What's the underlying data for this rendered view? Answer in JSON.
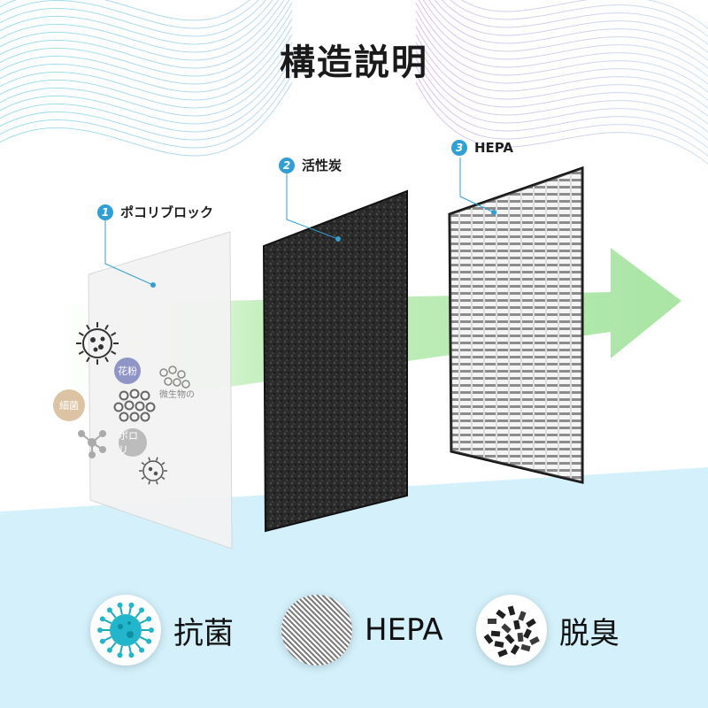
{
  "title": "構造説明",
  "layers": [
    {
      "number": "1",
      "label": "ポコリブロック"
    },
    {
      "number": "2",
      "label": "活性炭"
    },
    {
      "number": "3",
      "label": "HEPA"
    }
  ],
  "particles": {
    "pollen": "花粉",
    "microbe": "微生物の",
    "bacteria": "細菌",
    "dust": "ポロリ"
  },
  "features": [
    {
      "label": "抗菌",
      "icon": "virus-icon"
    },
    {
      "label": "HEPA",
      "icon": "hepa-mesh-icon"
    },
    {
      "label": "脱臭",
      "icon": "charcoal-icon"
    }
  ],
  "colors": {
    "accent_blue": "#2f9fd6",
    "bottom_background": "#d4f1fb",
    "airflow_green": "#a8e6a0"
  }
}
